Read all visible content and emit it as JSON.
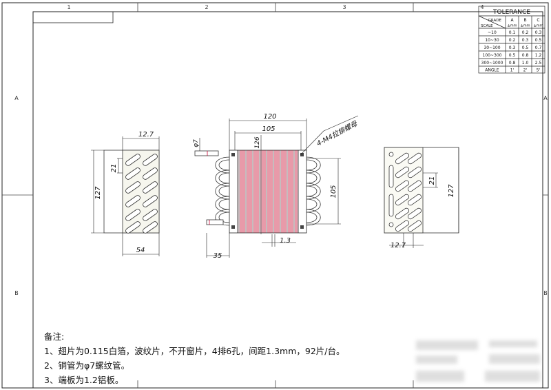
{
  "frame": {
    "top_numbers": [
      "1",
      "2",
      "3",
      "4"
    ],
    "side_letters": [
      "A",
      "B"
    ]
  },
  "tolerance": {
    "title": "TOLERANCE",
    "header_grade": "GRADE",
    "header_scale": "SCALE",
    "grades": [
      "A",
      "B",
      "C"
    ],
    "unit": "±mm",
    "rows": [
      {
        "scale": "~10",
        "values": [
          "0.1",
          "0.2",
          "0.3"
        ]
      },
      {
        "scale": "10~30",
        "values": [
          "0.2",
          "0.3",
          "0.5"
        ]
      },
      {
        "scale": "30~100",
        "values": [
          "0.3",
          "0.5",
          "0.7"
        ]
      },
      {
        "scale": "100~300",
        "values": [
          "0.5",
          "0.8",
          "1.2"
        ]
      },
      {
        "scale": "300~1000",
        "values": [
          "0.8",
          "1.0",
          "2.5"
        ]
      },
      {
        "scale": "ANGLE",
        "values": [
          "1'",
          "2'",
          "5'"
        ]
      }
    ]
  },
  "dimensions": {
    "left_top": "12.7",
    "left_pitch": "21",
    "left_height": "127",
    "left_width": "54",
    "front_overall": "120",
    "front_inner": "105",
    "front_fin_height": "126",
    "front_tube_dia": "φ7",
    "front_tube_height": "105",
    "front_fin_pitch": "1.3",
    "front_tube_out": "35",
    "front_nut_label": "4-M4拉铆螺母",
    "right_pitch": "21",
    "right_height": "127",
    "right_bottom": "12.7"
  },
  "notes": {
    "title": "备注:",
    "items": [
      "1、翅片为0.115白箔，波纹片，不开窗片，4排6孔，间距1.3mm，92片/台。",
      "2、铜管为φ7螺纹管。",
      "3、端板为1.2铝板。"
    ]
  },
  "colors": {
    "line": "#111111",
    "fin": "#d63c5a",
    "fin_gray": "#8a8a8a",
    "plate_fill": "#f6f6ee"
  }
}
